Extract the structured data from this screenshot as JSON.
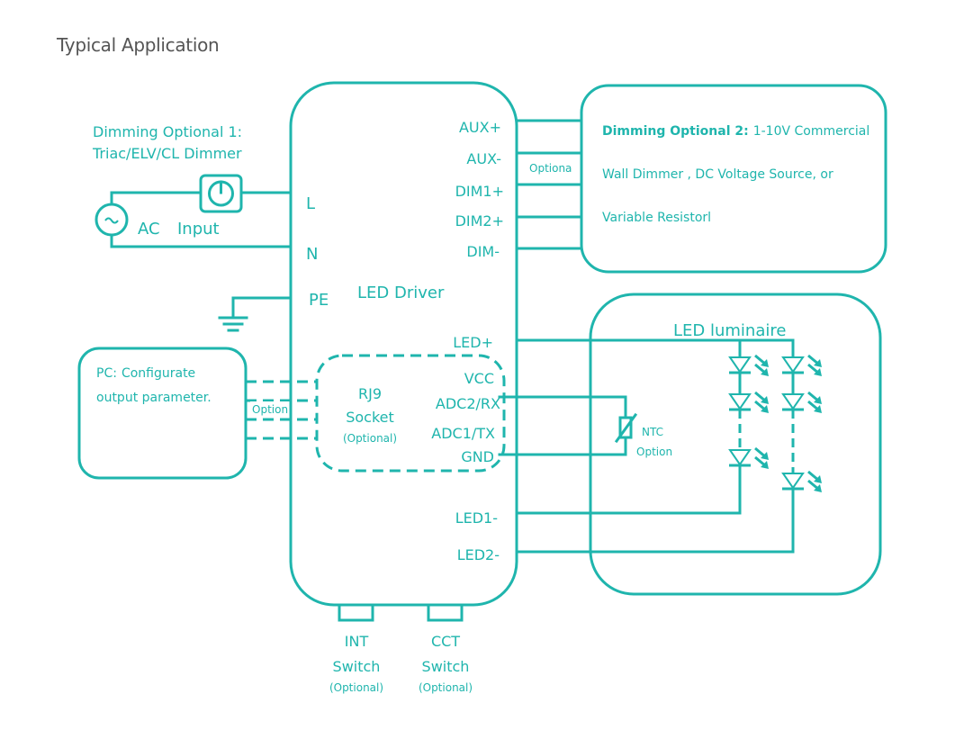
{
  "page_title": "Typical Application",
  "colors": {
    "accent": "#1fb5ad",
    "title": "#555555",
    "background": "#ffffff"
  },
  "dimming1": {
    "heading": "Dimming Optional 1:",
    "subtitle": "Triac/ELV/CL Dimmer"
  },
  "ac_source": {
    "label": "AC",
    "input_label": "Input",
    "icon": "ac-source-icon"
  },
  "dimmer_icon": "dimmer-knob-icon",
  "ground_icon": "ground-icon",
  "driver": {
    "title": "LED Driver",
    "left_terminals": [
      "L",
      "N",
      "PE"
    ],
    "dim_terminals": [
      "AUX+",
      "AUX-",
      "DIM1+",
      "DIM2+",
      "DIM-"
    ],
    "led_plus": "LED+",
    "rj9_terminals": [
      "VCC",
      "ADC2/RX",
      "ADC1/TX",
      "GND"
    ],
    "led_minus": [
      "LED1-",
      "LED2-"
    ]
  },
  "dim_wire_label": "Optiona",
  "dimming2": {
    "heading": "Dimming Optional 2:",
    "lines": [
      "1-10V Commercial",
      "Wall Dimmer , DC Voltage Source, or",
      "Variable Resistorl"
    ]
  },
  "pc": {
    "heading": "PC:",
    "lines": [
      "Configurate",
      "output parameter."
    ],
    "wire_label": "Option"
  },
  "rj9": {
    "line1": "RJ9",
    "line2": "Socket",
    "note": "(Optional)"
  },
  "ntc": {
    "label": "NTC",
    "note": "Option",
    "icon": "thermistor-icon"
  },
  "luminaire": {
    "title": "LED luminaire",
    "icon": "led-diode-icon"
  },
  "switches": [
    {
      "name": "INT",
      "label": "Switch",
      "note": "(Optional)"
    },
    {
      "name": "CCT",
      "label": "Switch",
      "note": "(Optional)"
    }
  ]
}
